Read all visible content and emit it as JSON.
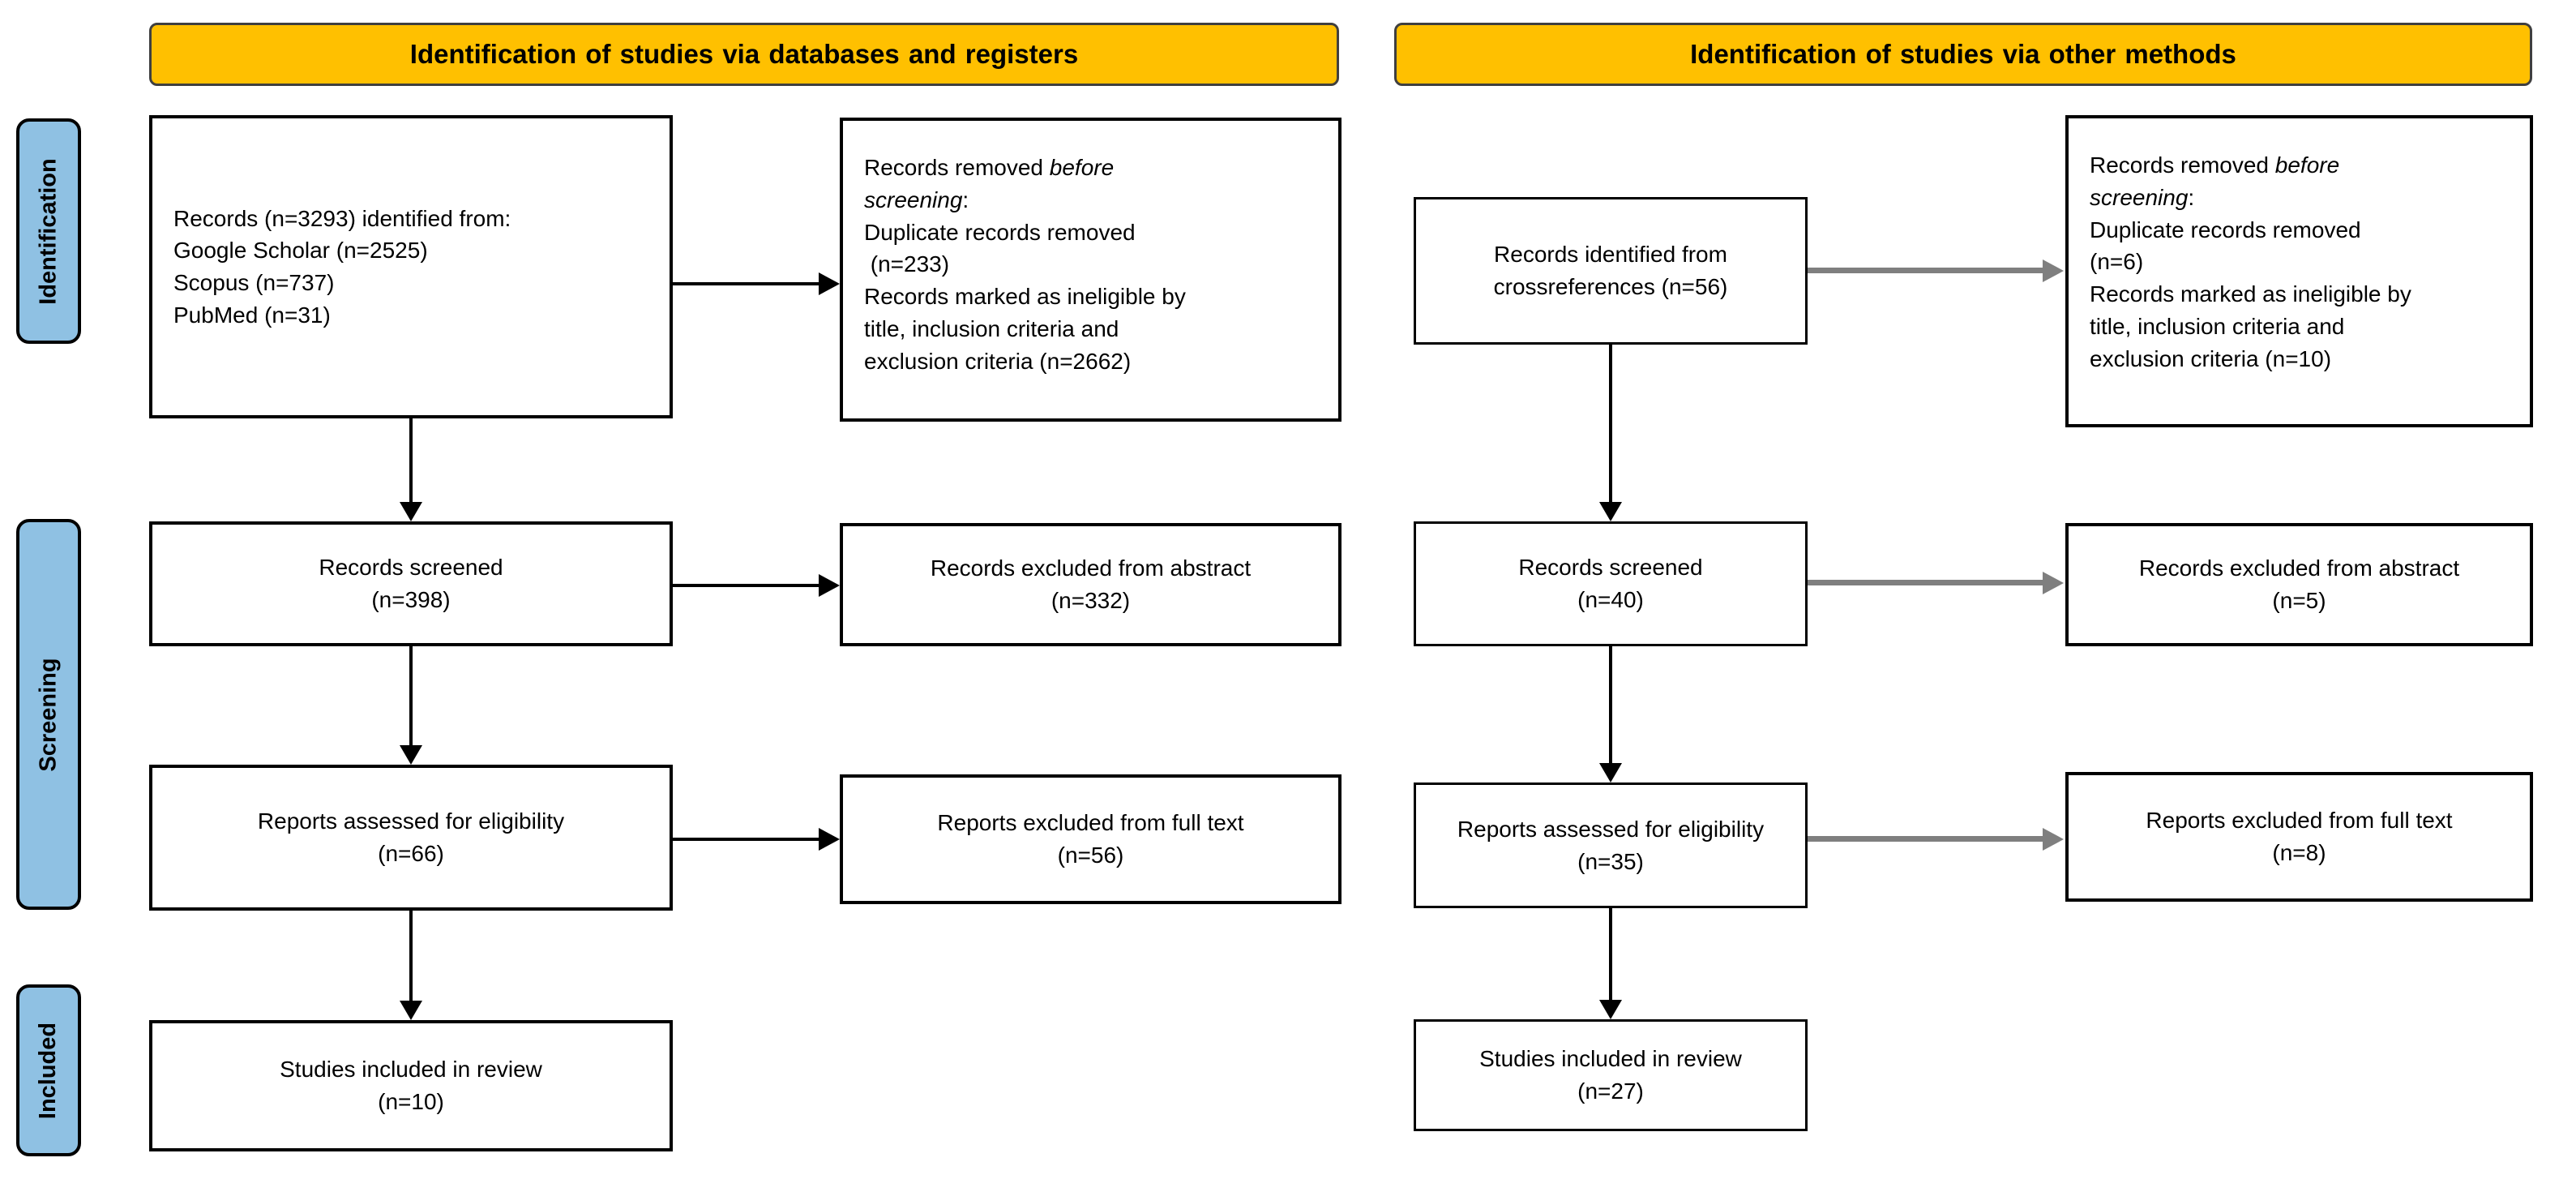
{
  "palette": {
    "header_bg": "#FFC000",
    "stage_bg": "#8FC1E3",
    "gray_arrow": "#7F7F7F",
    "box_border": "#000000"
  },
  "headers": {
    "left": "Identification of studies via databases and registers",
    "right": "Identification of studies via other methods"
  },
  "stages": [
    {
      "label": "Identification"
    },
    {
      "label": "Screening"
    },
    {
      "label": "Included"
    }
  ],
  "left_flow": {
    "identified": "Records (n=3293) identified from:\nGoogle Scholar (n=2525)\nScopus (n=737)\nPubMed (n=31)",
    "removed": {
      "pre": "Records removed ",
      "italic": "before\nscreening",
      "post": ":\nDuplicate records removed\n (n=233)\nRecords marked as ineligible by\ntitle, inclusion criteria and\nexclusion criteria (n=2662)"
    },
    "screened": "Records screened\n(n=398)",
    "excluded_abstract": "Records excluded from abstract\n(n=332)",
    "assessed": "Reports assessed for eligibility\n(n=66)",
    "excluded_fulltext": "Reports excluded from full text\n(n=56)",
    "included": "Studies included in review\n(n=10)"
  },
  "right_flow": {
    "identified": "Records identified from\ncrossreferences (n=56)",
    "removed": {
      "pre": "Records removed ",
      "italic": "before\nscreening",
      "post": ":\nDuplicate records removed\n(n=6)\nRecords marked as ineligible by\ntitle, inclusion criteria and\nexclusion criteria (n=10)"
    },
    "screened": "Records screened\n(n=40)",
    "excluded_abstract": "Records excluded from abstract\n(n=5)",
    "assessed": "Reports assessed for eligibility\n(n=35)",
    "excluded_fulltext": "Reports excluded from full text\n(n=8)",
    "included": "Studies included in review\n(n=27)"
  }
}
